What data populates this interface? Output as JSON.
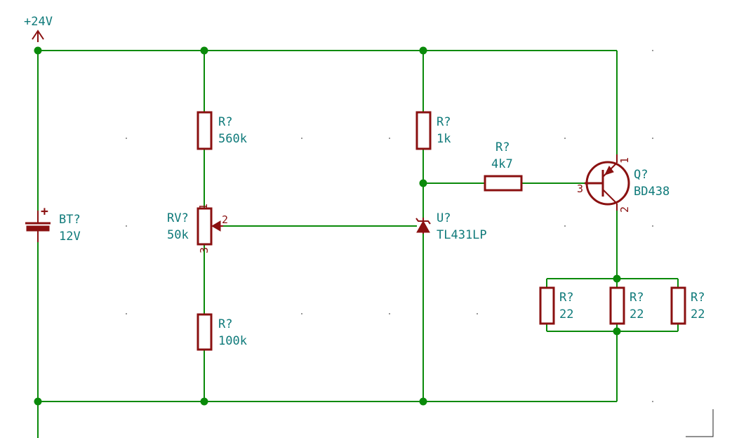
{
  "power": {
    "label": "+24V"
  },
  "battery": {
    "ref": "BT?",
    "value": "12V",
    "plus": "+"
  },
  "r_top": {
    "ref": "R?",
    "value": "560k"
  },
  "pot": {
    "ref": "RV?",
    "value": "50k",
    "pin1": "1",
    "pin2": "2",
    "pin3": "3"
  },
  "r_bottom": {
    "ref": "R?",
    "value": "100k"
  },
  "r_1k": {
    "ref": "R?",
    "value": "1k"
  },
  "shunt": {
    "ref": "U?",
    "value": "TL431LP"
  },
  "r_base": {
    "ref": "R?",
    "value": "4k7"
  },
  "transistor": {
    "ref": "Q?",
    "value": "BD438",
    "pin1": "1",
    "pin2": "2",
    "pin3": "3"
  },
  "loads": [
    {
      "ref": "R?",
      "value": "22"
    },
    {
      "ref": "R?",
      "value": "22"
    },
    {
      "ref": "R?",
      "value": "22"
    }
  ],
  "colors": {
    "wire": "#0a8a0a",
    "component": "#8a1010",
    "label": "#0f7a7a"
  }
}
